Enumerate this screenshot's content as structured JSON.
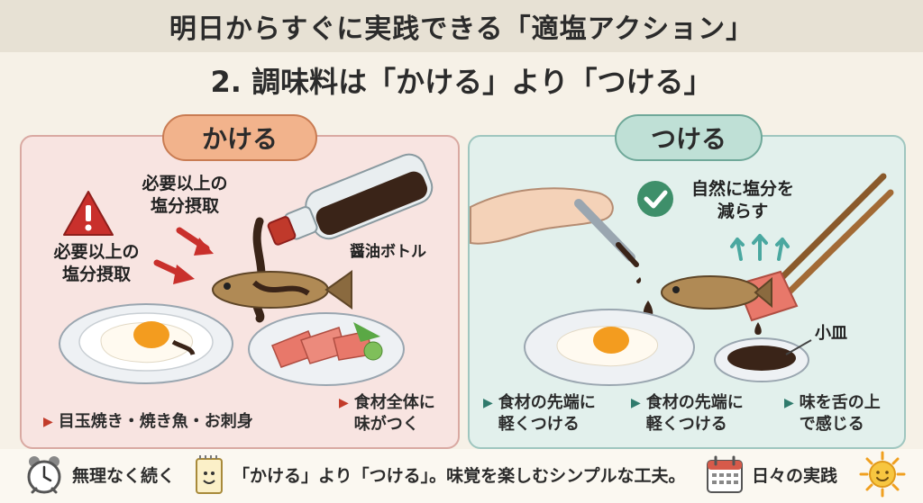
{
  "header": {
    "title": "明日からすぐに実践できる「適塩アクション」",
    "subtitle": "2. 調味料は「かける」より「つける」"
  },
  "left_panel": {
    "pill": "かける",
    "warning_top": [
      "必要以上の",
      "塩分摂取"
    ],
    "warning_side": [
      "必要以上の",
      "塩分摂取"
    ],
    "bottle_label": "醤油ボトル",
    "bullet1": "目玉焼き・焼き魚・お刺身",
    "bullet2": [
      "食材全体に",
      "味がつく"
    ]
  },
  "right_panel": {
    "pill": "つける",
    "check_text": [
      "自然に塩分を",
      "減らす"
    ],
    "dish_label": "小皿",
    "bullet1": [
      "食材の先端に",
      "軽くつける"
    ],
    "bullet2": [
      "食材の先端に",
      "軽くつける"
    ],
    "bullet3": [
      "味を舌の上",
      "で感じる"
    ]
  },
  "footer": {
    "item1": "無理なく続く",
    "item2": "「かける」より「つける」。味覚を楽しむシンプルな工夫。",
    "item3": "日々の実践"
  },
  "icons": [
    "warning-icon",
    "check-icon",
    "clock-icon",
    "notepad-icon",
    "calendar-icon",
    "sun-icon"
  ],
  "colors": {
    "warning_red": "#c9302c",
    "check_green": "#3e8f6a",
    "left_bg": "#f8e4e1",
    "right_bg": "#e2f0ec"
  }
}
